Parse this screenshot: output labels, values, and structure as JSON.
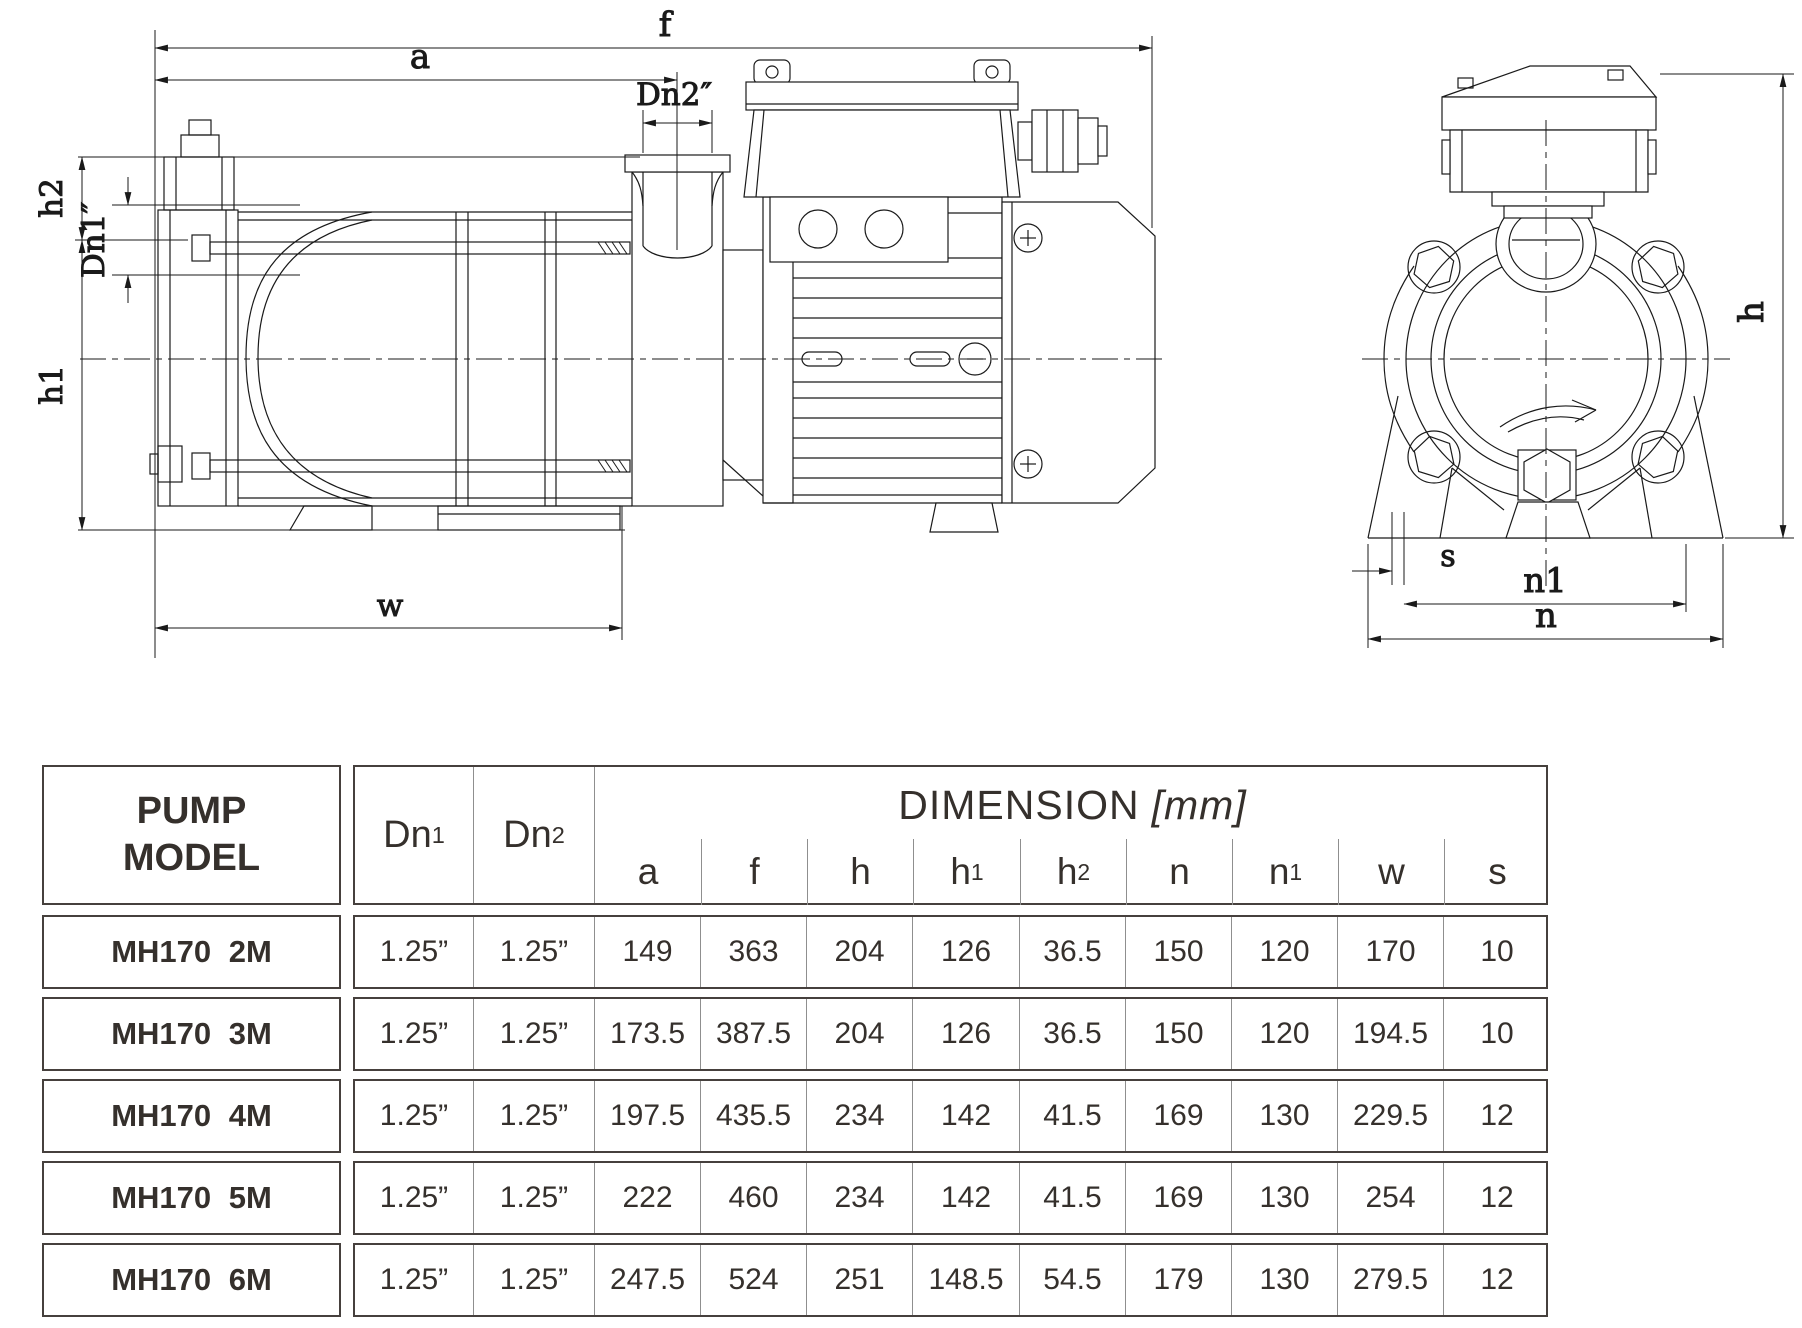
{
  "drawing": {
    "side": {
      "f": "f",
      "a": "a",
      "dn2": "Dn2″",
      "h2": "h2",
      "dn1": "Dn1″",
      "h1": "h1",
      "w": "w"
    },
    "front": {
      "h": "h",
      "s": "s",
      "n1": "n1",
      "n": "n"
    }
  },
  "table": {
    "pump_model_line1": "PUMP",
    "pump_model_line2": "MODEL",
    "dn1": {
      "base": "Dn",
      "sub": "1"
    },
    "dn2": {
      "base": "Dn",
      "sub": "2"
    },
    "dimension_title": "DIMENSION",
    "dimension_unit": "[mm]",
    "columns": [
      {
        "base": "a",
        "sub": ""
      },
      {
        "base": "f",
        "sub": ""
      },
      {
        "base": "h",
        "sub": ""
      },
      {
        "base": "h",
        "sub": "1"
      },
      {
        "base": "h",
        "sub": "2"
      },
      {
        "base": "n",
        "sub": ""
      },
      {
        "base": "n",
        "sub": "1"
      },
      {
        "base": "w",
        "sub": ""
      },
      {
        "base": "s",
        "sub": ""
      }
    ],
    "rows": [
      {
        "model": "MH170 2M",
        "dn1": "1.25”",
        "dn2": "1.25”",
        "values": [
          "149",
          "363",
          "204",
          "126",
          "36.5",
          "150",
          "120",
          "170",
          "10"
        ]
      },
      {
        "model": "MH170 3M",
        "dn1": "1.25”",
        "dn2": "1.25”",
        "values": [
          "173.5",
          "387.5",
          "204",
          "126",
          "36.5",
          "150",
          "120",
          "194.5",
          "10"
        ]
      },
      {
        "model": "MH170 4M",
        "dn1": "1.25”",
        "dn2": "1.25”",
        "values": [
          "197.5",
          "435.5",
          "234",
          "142",
          "41.5",
          "169",
          "130",
          "229.5",
          "12"
        ]
      },
      {
        "model": "MH170 5M",
        "dn1": "1.25”",
        "dn2": "1.25”",
        "values": [
          "222",
          "460",
          "234",
          "142",
          "41.5",
          "169",
          "130",
          "254",
          "12"
        ]
      },
      {
        "model": "MH170 6M",
        "dn1": "1.25”",
        "dn2": "1.25”",
        "values": [
          "247.5",
          "524",
          "251",
          "148.5",
          "54.5",
          "179",
          "130",
          "279.5",
          "12"
        ]
      }
    ]
  }
}
